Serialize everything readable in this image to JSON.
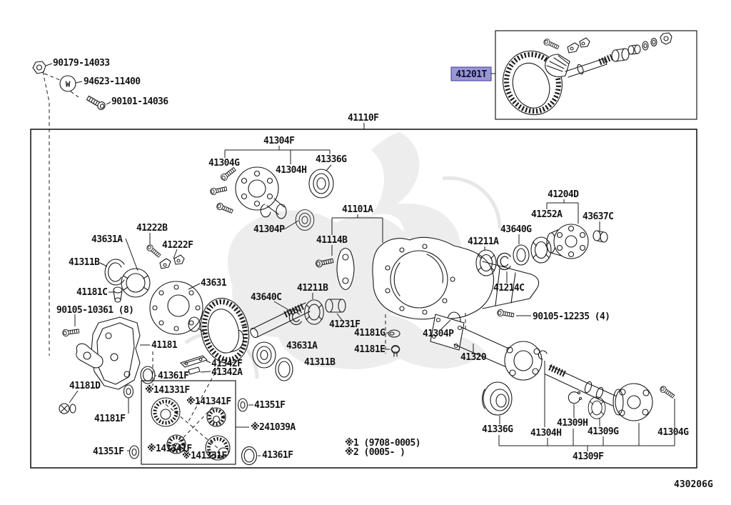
{
  "labels": {
    "p90179": "90179-14033",
    "p94623": "94623-11400",
    "p90101": "90101-14036",
    "p41201T": "41201T",
    "p41110F": "41110F",
    "p41304F": "41304F",
    "p41304G": "41304G",
    "p41304H": "41304H",
    "p41336G": "41336G",
    "p41304P": "41304P",
    "p41101A": "41101A",
    "p41114B": "41114B",
    "p41222B": "41222B",
    "p41222F": "41222F",
    "p43631A": "43631A",
    "p41311B": "41311B",
    "p41181C": "41181C",
    "p90105_10361": "90105-10361 (8)",
    "p41181": "41181",
    "p43631": "43631",
    "p43640C": "43640C",
    "p41211B": "41211B",
    "p41231F": "41231F",
    "p41342F": "41342F",
    "p41342A": "41342A",
    "p41361F": "41361F",
    "p41181D": "41181D",
    "p41181F": "41181F",
    "p41351F": "41351F",
    "p41331F_note": "※141331F",
    "p41341F_note": "※141341F",
    "p41039A_note": "※241039A",
    "p41181G": "41181G",
    "p41181E": "41181E",
    "p41204D": "41204D",
    "p41252A": "41252A",
    "p43637C": "43637C",
    "p43640G": "43640G",
    "p41211A": "41211A",
    "p41214C": "41214C",
    "p90105_12235": "90105-12235 (4)",
    "p41320": "41320",
    "p41309H": "41309H",
    "p41309G": "41309G",
    "p41309F": "41309F"
  },
  "legend": {
    "line1": "※1 (9708-0005)",
    "line2": "※2 (0005-      )"
  },
  "footer": {
    "diagram_code": "430206G"
  },
  "icons": {
    "washer_symbol": "W"
  },
  "colors": {
    "highlight_bg": "#9a97d0",
    "highlight_border": "#3a3a9a",
    "highlight_text": "#0d0d3c",
    "line": "#1a1a1a",
    "watermark": "#ededed"
  }
}
